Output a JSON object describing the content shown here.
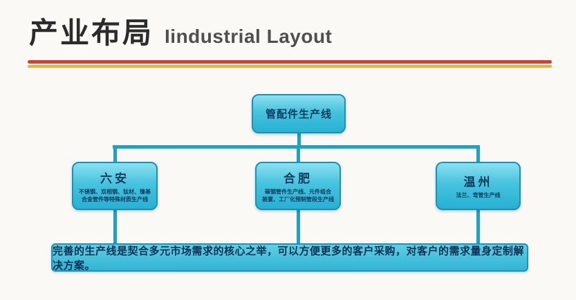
{
  "title": {
    "zh": "产业布局",
    "en": "Iindustrial Layout"
  },
  "chart": {
    "root": {
      "label": "管配件生产线"
    },
    "children": [
      {
        "name": "六安",
        "lines": [
          "不锈钢、双相钢、钛材、镍基",
          "合金管件等特殊材质生产线"
        ]
      },
      {
        "name": "合肥",
        "lines": [
          "碳钢管件生产线、元件组合",
          "装置、工厂化预制管段生产线"
        ]
      },
      {
        "name": "温州",
        "lines": [
          "法兰、弯管生产线"
        ]
      }
    ],
    "footer": "完善的生产线是契合多元市场需求的核心之举，可以方便更多的客户采购，对客户的需求量身定制解决方案。"
  },
  "colors": {
    "box_fill": "#3cc0dc",
    "box_border": "#1694b8",
    "connector": "#1aa3c6",
    "divider_red": "#e23b2e",
    "divider_gold": "#f0b03c",
    "text_dark": "#0e3a5c",
    "title_dark": "#2b2b2b",
    "subtitle_gray": "#4f4f4f",
    "background": "#faf9f6"
  }
}
